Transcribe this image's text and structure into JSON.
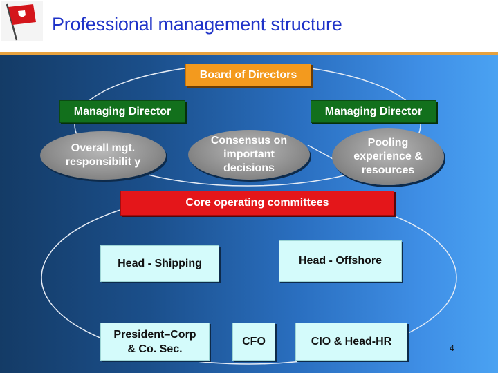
{
  "title": "Professional management structure",
  "nodes": {
    "board": "Board of Directors",
    "md_left": "Managing Director",
    "md_right": "Managing Director",
    "overall": "Overall mgt. responsibilit y",
    "consensus": "Consensus on important decisions",
    "pooling": "Pooling experience & resources",
    "core": "Core operating committees",
    "head_shipping": "Head - Shipping",
    "head_offshore": "Head -  Offshore",
    "president": "President–Corp & Co. Sec.",
    "cfo": "CFO",
    "cio": "CIO & Head-HR"
  },
  "page_number": "4",
  "logo_icon": "red-flag-icon",
  "colors": {
    "title": "#1f33c8",
    "accent_rule": "#e7a23f",
    "board_box": "#f39a1e",
    "md_box": "#12701c",
    "core_box": "#e4161a",
    "head_box": "#d4fbfb",
    "ellipse": "#9a9a9a"
  }
}
